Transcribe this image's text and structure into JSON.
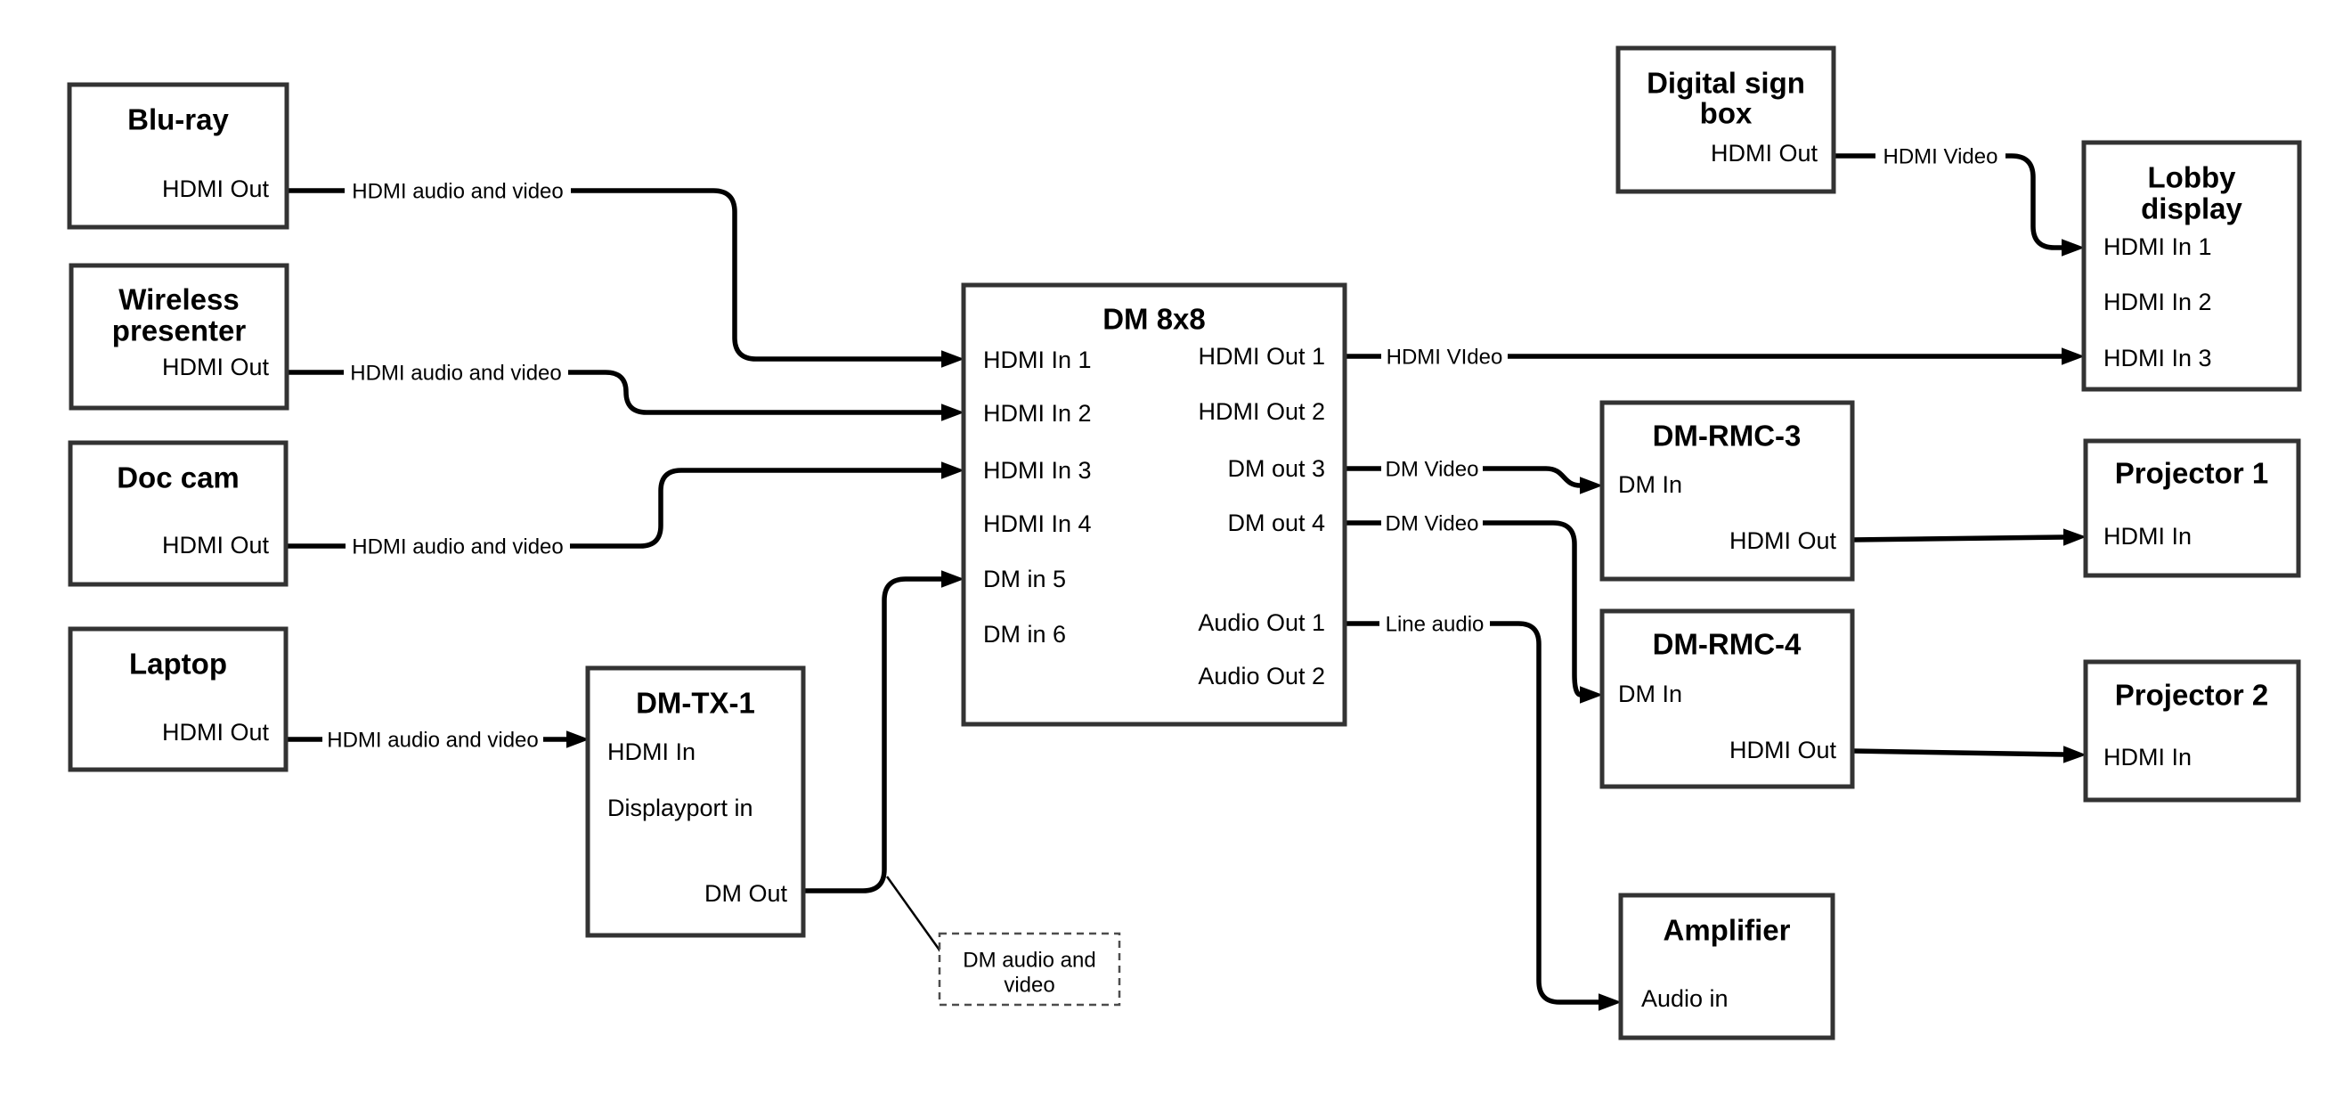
{
  "diagram": {
    "nodes": {
      "bluray": {
        "title": "Blu-ray",
        "port_hdmi_out": "HDMI Out"
      },
      "wireless": {
        "title_line1": "Wireless",
        "title_line2": "presenter",
        "port_hdmi_out": "HDMI Out"
      },
      "doccam": {
        "title": "Doc cam",
        "port_hdmi_out": "HDMI Out"
      },
      "laptop": {
        "title": "Laptop",
        "port_hdmi_out": "HDMI Out"
      },
      "dmtx1": {
        "title": "DM-TX-1",
        "port_hdmi_in": "HDMI In",
        "port_displayport_in": "Displayport in",
        "port_dm_out": "DM Out"
      },
      "dm8x8": {
        "title": "DM 8x8",
        "left_ports": [
          "HDMI In 1",
          "HDMI In 2",
          "HDMI In 3",
          "HDMI In 4",
          "DM in 5",
          "DM in 6"
        ],
        "right_ports": [
          "HDMI Out 1",
          "HDMI Out 2",
          "DM out 3",
          "DM out 4",
          "Audio Out 1",
          "Audio Out 2"
        ]
      },
      "digital_sign": {
        "title_line1": "Digital sign",
        "title_line2": "box",
        "port_hdmi_out": "HDMI Out"
      },
      "lobby": {
        "title_line1": "Lobby",
        "title_line2": "display",
        "ports": [
          "HDMI In 1",
          "HDMI In 2",
          "HDMI In 3"
        ]
      },
      "dmrmc3": {
        "title": "DM-RMC-3",
        "port_dm_in": "DM In",
        "port_hdmi_out": "HDMI Out"
      },
      "dmrmc4": {
        "title": "DM-RMC-4",
        "port_dm_in": "DM In",
        "port_hdmi_out": "HDMI Out"
      },
      "projector1": {
        "title": "Projector 1",
        "port_hdmi_in": "HDMI In"
      },
      "projector2": {
        "title": "Projector 2",
        "port_hdmi_in": "HDMI In"
      },
      "amplifier": {
        "title": "Amplifier",
        "port_audio_in": "Audio in"
      }
    },
    "wire_labels": {
      "bluray_to_dm8x8": "HDMI audio and video",
      "wireless_to_dm8x8": "HDMI audio and video",
      "doccam_to_dm8x8": "HDMI audio and video",
      "laptop_to_dmtx1": "HDMI audio and video",
      "hdmi_out1_to_lobby": "HDMI VIdeo",
      "dm_out3_to_rmc3": "DM Video",
      "dm_out4_to_rmc4": "DM Video",
      "audio_out1_to_amp": "Line audio",
      "digital_sign_to_lobby": "HDMI Video"
    },
    "callout": {
      "line1": "DM audio and",
      "line2": "video"
    }
  },
  "colors": {
    "background": "#ffffff",
    "box_border": "#333333",
    "wire": "#000000",
    "text": "#000000",
    "callout_border": "#4d4d4d"
  }
}
